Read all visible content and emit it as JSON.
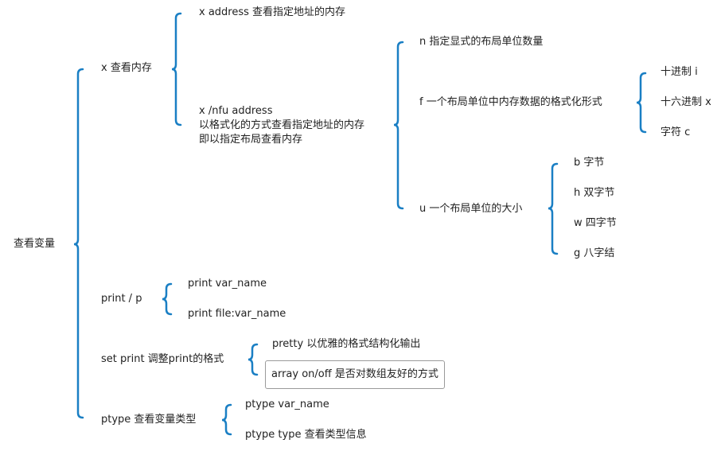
{
  "colors": {
    "bracket": "#1a7fc4",
    "text": "#222222",
    "box_border": "#9a9a9a",
    "background": "#ffffff"
  },
  "root": "查看变量",
  "x_mem": {
    "label": "x 查看内存",
    "addr": "x address 查看指定地址的内存",
    "nfu": {
      "line1": "x /nfu address",
      "line2": "以格式化的方式查看指定地址的内存",
      "line3": "即以指定布局查看内存"
    },
    "n": "n 指定显式的布局单位数量",
    "f": {
      "label": "f 一个布局单位中内存数据的格式化形式",
      "options": [
        "十进制 i",
        "十六进制 x",
        "字符 c"
      ]
    },
    "u": {
      "label": "u 一个布局单位的大小",
      "options": [
        "b 字节",
        "h 双字节",
        "w 四字节",
        "g 八字结"
      ]
    }
  },
  "print": {
    "label": "print / p",
    "items": [
      "print var_name",
      "print file:var_name"
    ]
  },
  "set_print": {
    "label": "set print 调整print的格式",
    "pretty": "pretty 以优雅的格式结构化输出",
    "array": "array on/off 是否对数组友好的方式"
  },
  "ptype": {
    "label": "ptype 查看变量类型",
    "items": [
      "ptype var_name",
      "ptype type 查看类型信息"
    ]
  }
}
